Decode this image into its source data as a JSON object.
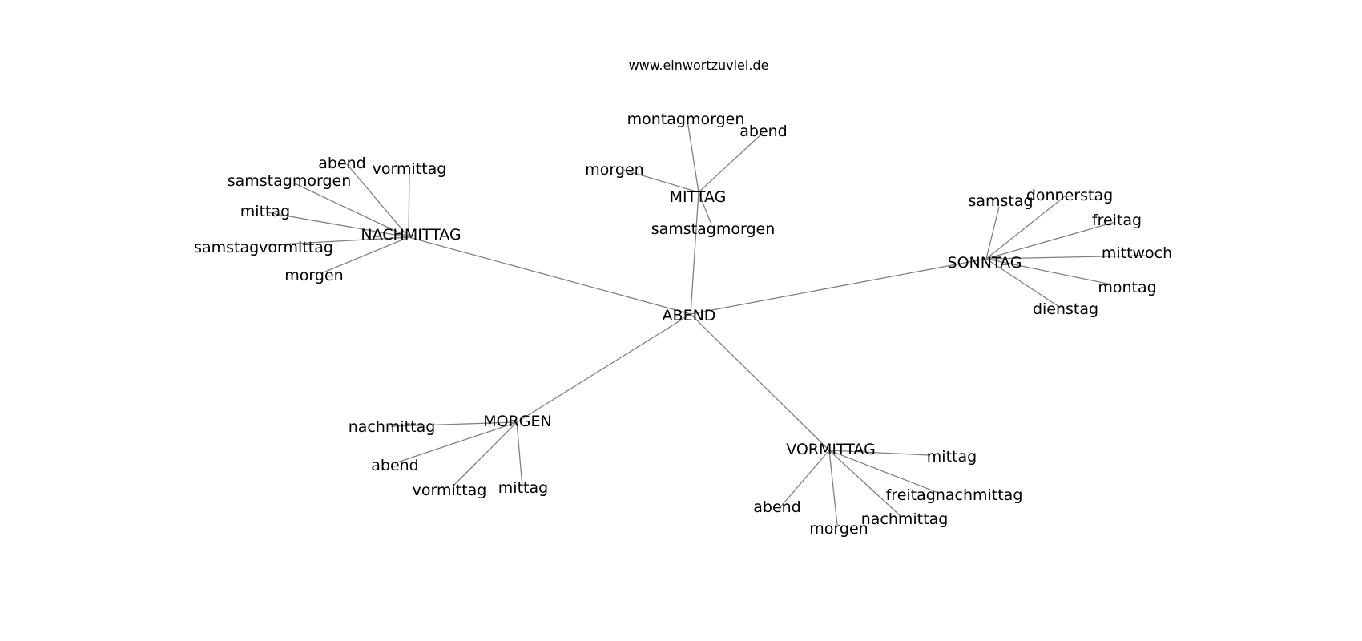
{
  "title": "www.einwortzuviel.de",
  "root": "ABEND",
  "hubs": [
    {
      "label": "MITTAG",
      "children": [
        "montagmorgen",
        "abend",
        "morgen",
        "samstagmorgen"
      ]
    },
    {
      "label": "NACHMITTAG",
      "children": [
        "abend",
        "vormittag",
        "samstagmorgen",
        "mittag",
        "samstagvormittag",
        "morgen"
      ]
    },
    {
      "label": "SONNTAG",
      "children": [
        "samstag",
        "donnerstag",
        "freitag",
        "mittwoch",
        "montag",
        "dienstag"
      ]
    },
    {
      "label": "MORGEN",
      "children": [
        "nachmittag",
        "abend",
        "vormittag",
        "mittag"
      ]
    },
    {
      "label": "VORMITTAG",
      "children": [
        "mittag",
        "freitagnachmittag",
        "abend",
        "morgen",
        "nachmittag"
      ]
    }
  ]
}
